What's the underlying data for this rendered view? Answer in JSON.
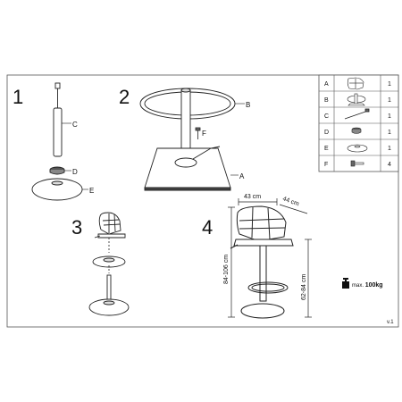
{
  "steps": {
    "s1": "1",
    "s2": "2",
    "s3": "3",
    "s4": "4"
  },
  "part_labels": {
    "a": "A",
    "b": "B",
    "c": "C",
    "d": "D",
    "e": "E",
    "f": "F"
  },
  "parts_table": {
    "rows": [
      {
        "letter": "A",
        "icon": "square-base-plate-icon",
        "qty": "1"
      },
      {
        "letter": "B",
        "icon": "seat-icon",
        "qty": "1"
      },
      {
        "letter": "C",
        "icon": "lever-icon",
        "qty": "1"
      },
      {
        "letter": "D",
        "icon": "cover-ring-icon",
        "qty": "1"
      },
      {
        "letter": "E",
        "icon": "round-base-icon",
        "qty": "1"
      },
      {
        "letter": "F",
        "icon": "bolt-icon",
        "qty": "4"
      }
    ]
  },
  "dimensions": {
    "width": "43 cm",
    "depth": "44 cm",
    "total_height": "84-106 cm",
    "seat_height": "62-84 cm"
  },
  "max_load": {
    "label": "max.",
    "value": "100kg"
  },
  "version": "v.1"
}
